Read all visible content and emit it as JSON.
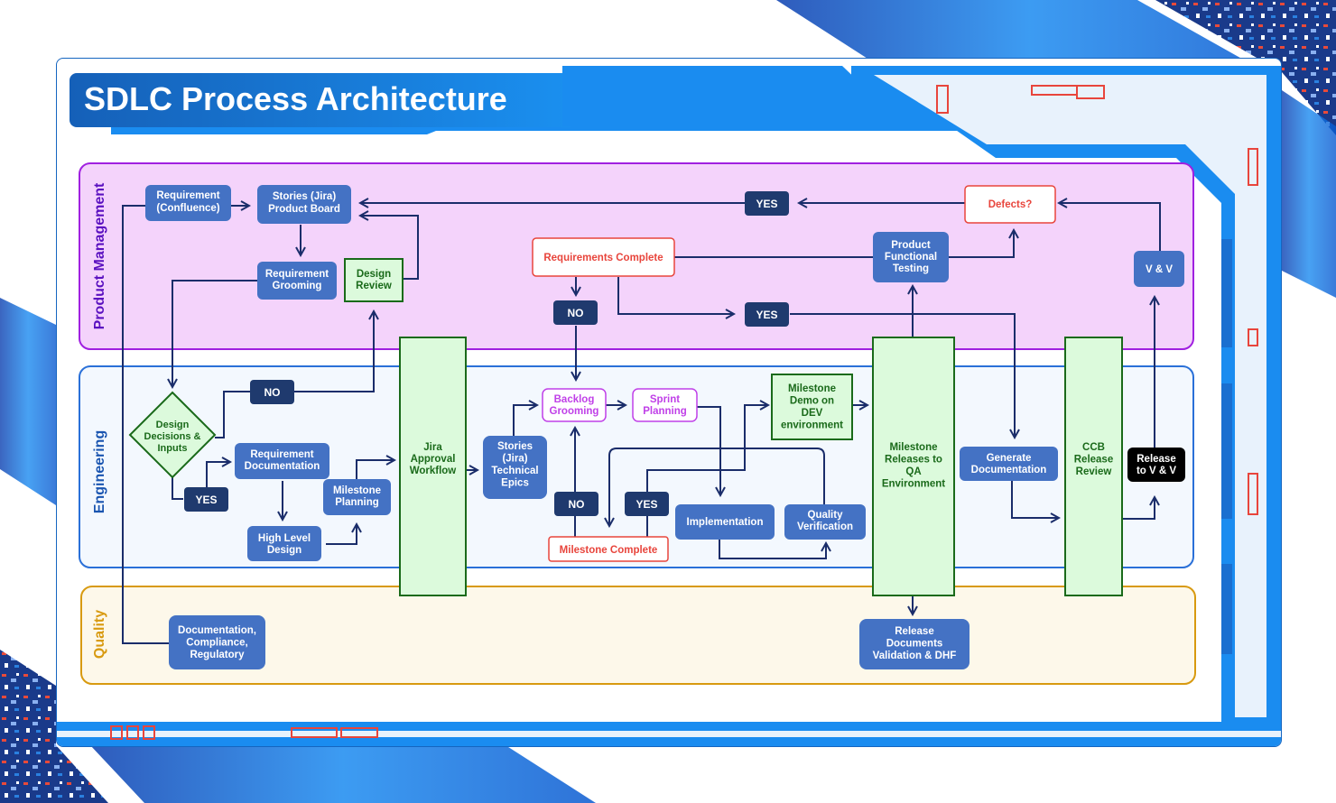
{
  "title": "SDLC Process Architecture",
  "colors": {
    "title_bar": "#1a6fc9",
    "pm_lane_fill": "#f4d3fb",
    "pm_lane_border": "#a020e0",
    "pm_lane_label": "#5a10c0",
    "eng_lane_fill": "#f3f8fe",
    "eng_lane_border": "#2a70d8",
    "eng_lane_label": "#1a55b0",
    "quality_lane_fill": "#fdf8ea",
    "quality_lane_border": "#d89a10",
    "quality_lane_label": "#d89a10",
    "process_box": "#4472c4",
    "decision_tag": "#1f3a6e",
    "gate_fill": "#dcfadc",
    "gate_border": "#1a6a1a",
    "gate_text": "#1a6a1a",
    "red_outline": "#e8453c",
    "purple_outline": "#c040e8",
    "black_box": "#000000",
    "arrow": "#1a2d6a"
  },
  "lanes": [
    {
      "id": "pm",
      "label": "Product Management"
    },
    {
      "id": "eng",
      "label": "Engineering"
    },
    {
      "id": "quality",
      "label": "Quality"
    }
  ],
  "nodes": {
    "requirement_confluence": [
      "Requirement",
      "(Confluence)"
    ],
    "stories_product_board": [
      "Stories (Jira)",
      "Product Board"
    ],
    "requirement_grooming": [
      "Requirement",
      "Grooming"
    ],
    "design_review": [
      "Design",
      "Review"
    ],
    "requirements_complete": [
      "Requirements Complete"
    ],
    "product_functional_testing": [
      "Product",
      "Functional",
      "Testing"
    ],
    "defects": [
      "Defects?"
    ],
    "v_and_v": [
      "V & V"
    ],
    "design_decisions": [
      "Design",
      "Decisions &",
      "Inputs"
    ],
    "requirement_documentation": [
      "Requirement",
      "Documentation"
    ],
    "high_level_design": [
      "High Level",
      "Design"
    ],
    "milestone_planning": [
      "Milestone",
      "Planning"
    ],
    "jira_approval_workflow": [
      "Jira",
      "Approval",
      "Workflow"
    ],
    "stories_technical_epics": [
      "Stories",
      "(Jira)",
      "Technical",
      "Epics"
    ],
    "backlog_grooming": [
      "Backlog",
      "Grooming"
    ],
    "sprint_planning": [
      "Sprint",
      "Planning"
    ],
    "milestone_demo": [
      "Milestone",
      "Demo on",
      "DEV",
      "environment"
    ],
    "implementation": [
      "Implementation"
    ],
    "quality_verification": [
      "Quality",
      "Verification"
    ],
    "milestone_complete": [
      "Milestone Complete"
    ],
    "milestone_releases_qa": [
      "Milestone",
      "Releases to",
      "QA",
      "Environment"
    ],
    "generate_documentation": [
      "Generate",
      "Documentation"
    ],
    "ccb_release_review": [
      "CCB",
      "Release",
      "Review"
    ],
    "release_to_vv": [
      "Release",
      "to V & V"
    ],
    "documentation_compliance": [
      "Documentation,",
      "Compliance,",
      "Regulatory"
    ],
    "release_documents_validation": [
      "Release",
      "Documents",
      "Validation & DHF"
    ]
  },
  "tags": {
    "yes_defects": "YES",
    "yes_requirements": "YES",
    "no_requirements": "NO",
    "no_design": "NO",
    "yes_design": "YES",
    "no_milestone": "NO",
    "yes_milestone": "YES"
  }
}
